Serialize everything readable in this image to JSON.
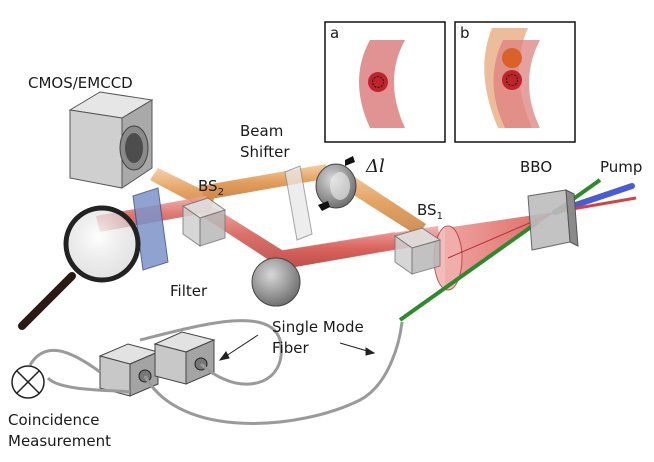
{
  "labels": {
    "camera": "CMOS/EMCCD",
    "beam_shifter_line1": "Beam",
    "beam_shifter_line2": "Shifter",
    "bs2_main": "BS",
    "bs2_sub": "2",
    "bs1_main": "BS",
    "bs1_sub": "1",
    "delta_l": "Δl",
    "bbo": "BBO",
    "pump": "Pump",
    "filter": "Filter",
    "fiber_line1": "Single Mode",
    "fiber_line2": "Fiber",
    "coincidence_line1": "Coincidence",
    "coincidence_line2": "Measurement"
  },
  "insets": [
    {
      "letter": "a"
    },
    {
      "letter": "b"
    }
  ],
  "colors": {
    "beam_red": "#d9605a",
    "beam_orange": "#e0944a",
    "pump_blue": "#4a5bd6",
    "pump_green": "#2f8a2f",
    "pump_red": "#d64040",
    "detector_gray": "#c8c8c8"
  }
}
